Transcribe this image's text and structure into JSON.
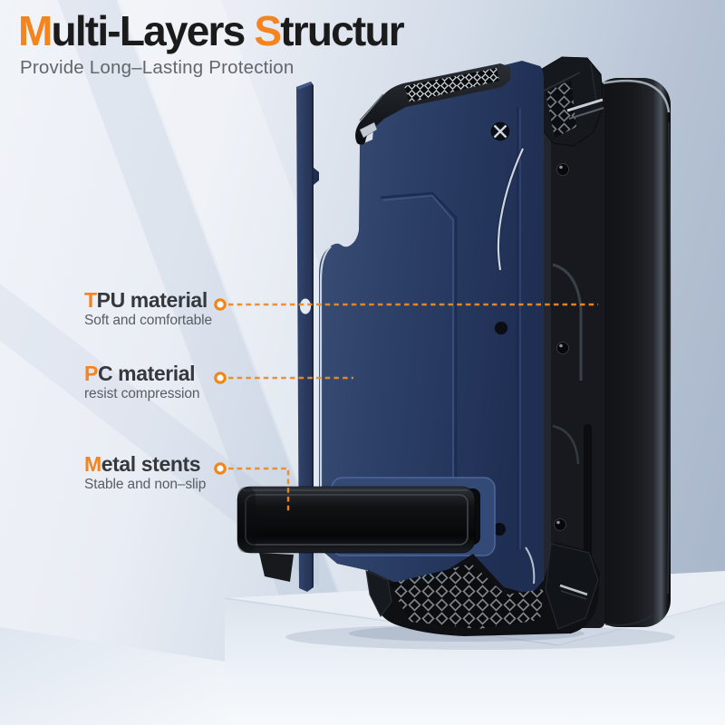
{
  "header": {
    "t1": "M",
    "t2": "ulti-Layers ",
    "t3": "S",
    "t4": "tructur",
    "subtitle": "Provide Long–Lasting Protection"
  },
  "callouts": [
    {
      "label_first": "T",
      "label_rest": "PU material",
      "description": "Soft and comfortable",
      "marker": "orange-ring-icon",
      "points_at": "tpu-inner-layer"
    },
    {
      "label_first": "P",
      "label_rest": "C material",
      "description": "resist compression",
      "marker": "orange-ring-icon",
      "points_at": "pc-armor-case"
    },
    {
      "label_first": "M",
      "label_rest": "etal stents",
      "description": "Stable and non–slip",
      "marker": "orange-ring-icon",
      "points_at": "metal-kickstand"
    }
  ],
  "colors": {
    "accent_orange": "#F5831E",
    "callout_line_orange": "#ED8A23",
    "case_navy": "#2C3D63",
    "title_dark": "#1B1B1B",
    "subtitle_gray": "#63666B",
    "background_blue": "#AEBCCF"
  },
  "product_parts": [
    "tpu-inner-layer",
    "pc-armor-case",
    "metal-kickstand",
    "phone",
    "display-pedestal"
  ]
}
